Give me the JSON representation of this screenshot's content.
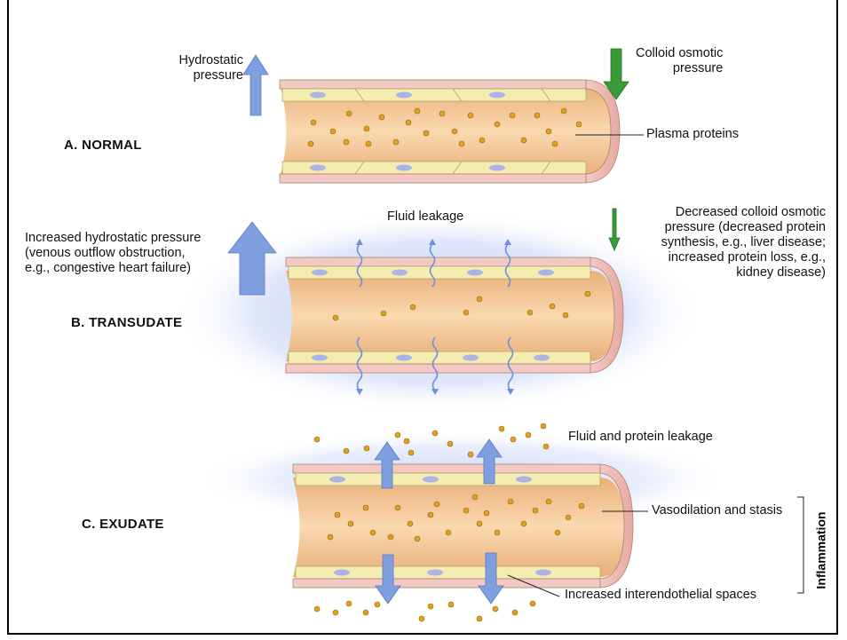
{
  "panels": {
    "normal": {
      "title": "A. NORMAL",
      "hydrostatic": "Hydrostatic\npressure",
      "colloid": "Colloid osmotic\npressure",
      "plasma": "Plasma proteins"
    },
    "transudate": {
      "title": "B. TRANSUDATE",
      "fluid": "Fluid leakage",
      "hydrostatic": "Increased hydrostatic pressure\n(venous outflow obstruction,\ne.g., congestive heart failure)",
      "colloid": "Decreased colloid osmotic\npressure (decreased protein\nsynthesis, e.g., liver disease;\nincreased protein loss, e.g.,\nkidney disease)"
    },
    "exudate": {
      "title": "C. EXUDATE",
      "leakage": "Fluid and protein leakage",
      "vaso": "Vasodilation and stasis",
      "spaces": "Increased interendothelial spaces",
      "inflammation": "Inflammation"
    }
  },
  "colors": {
    "vessel_fill": "#f5c896",
    "vessel_wall": "#f3c9c4",
    "endothelium": "#f4ecb0",
    "arrow_blue": "#7f9fe0",
    "arrow_green": "#3a9a3a",
    "protein": "#e0a020",
    "halo": "#b8c8f0"
  }
}
